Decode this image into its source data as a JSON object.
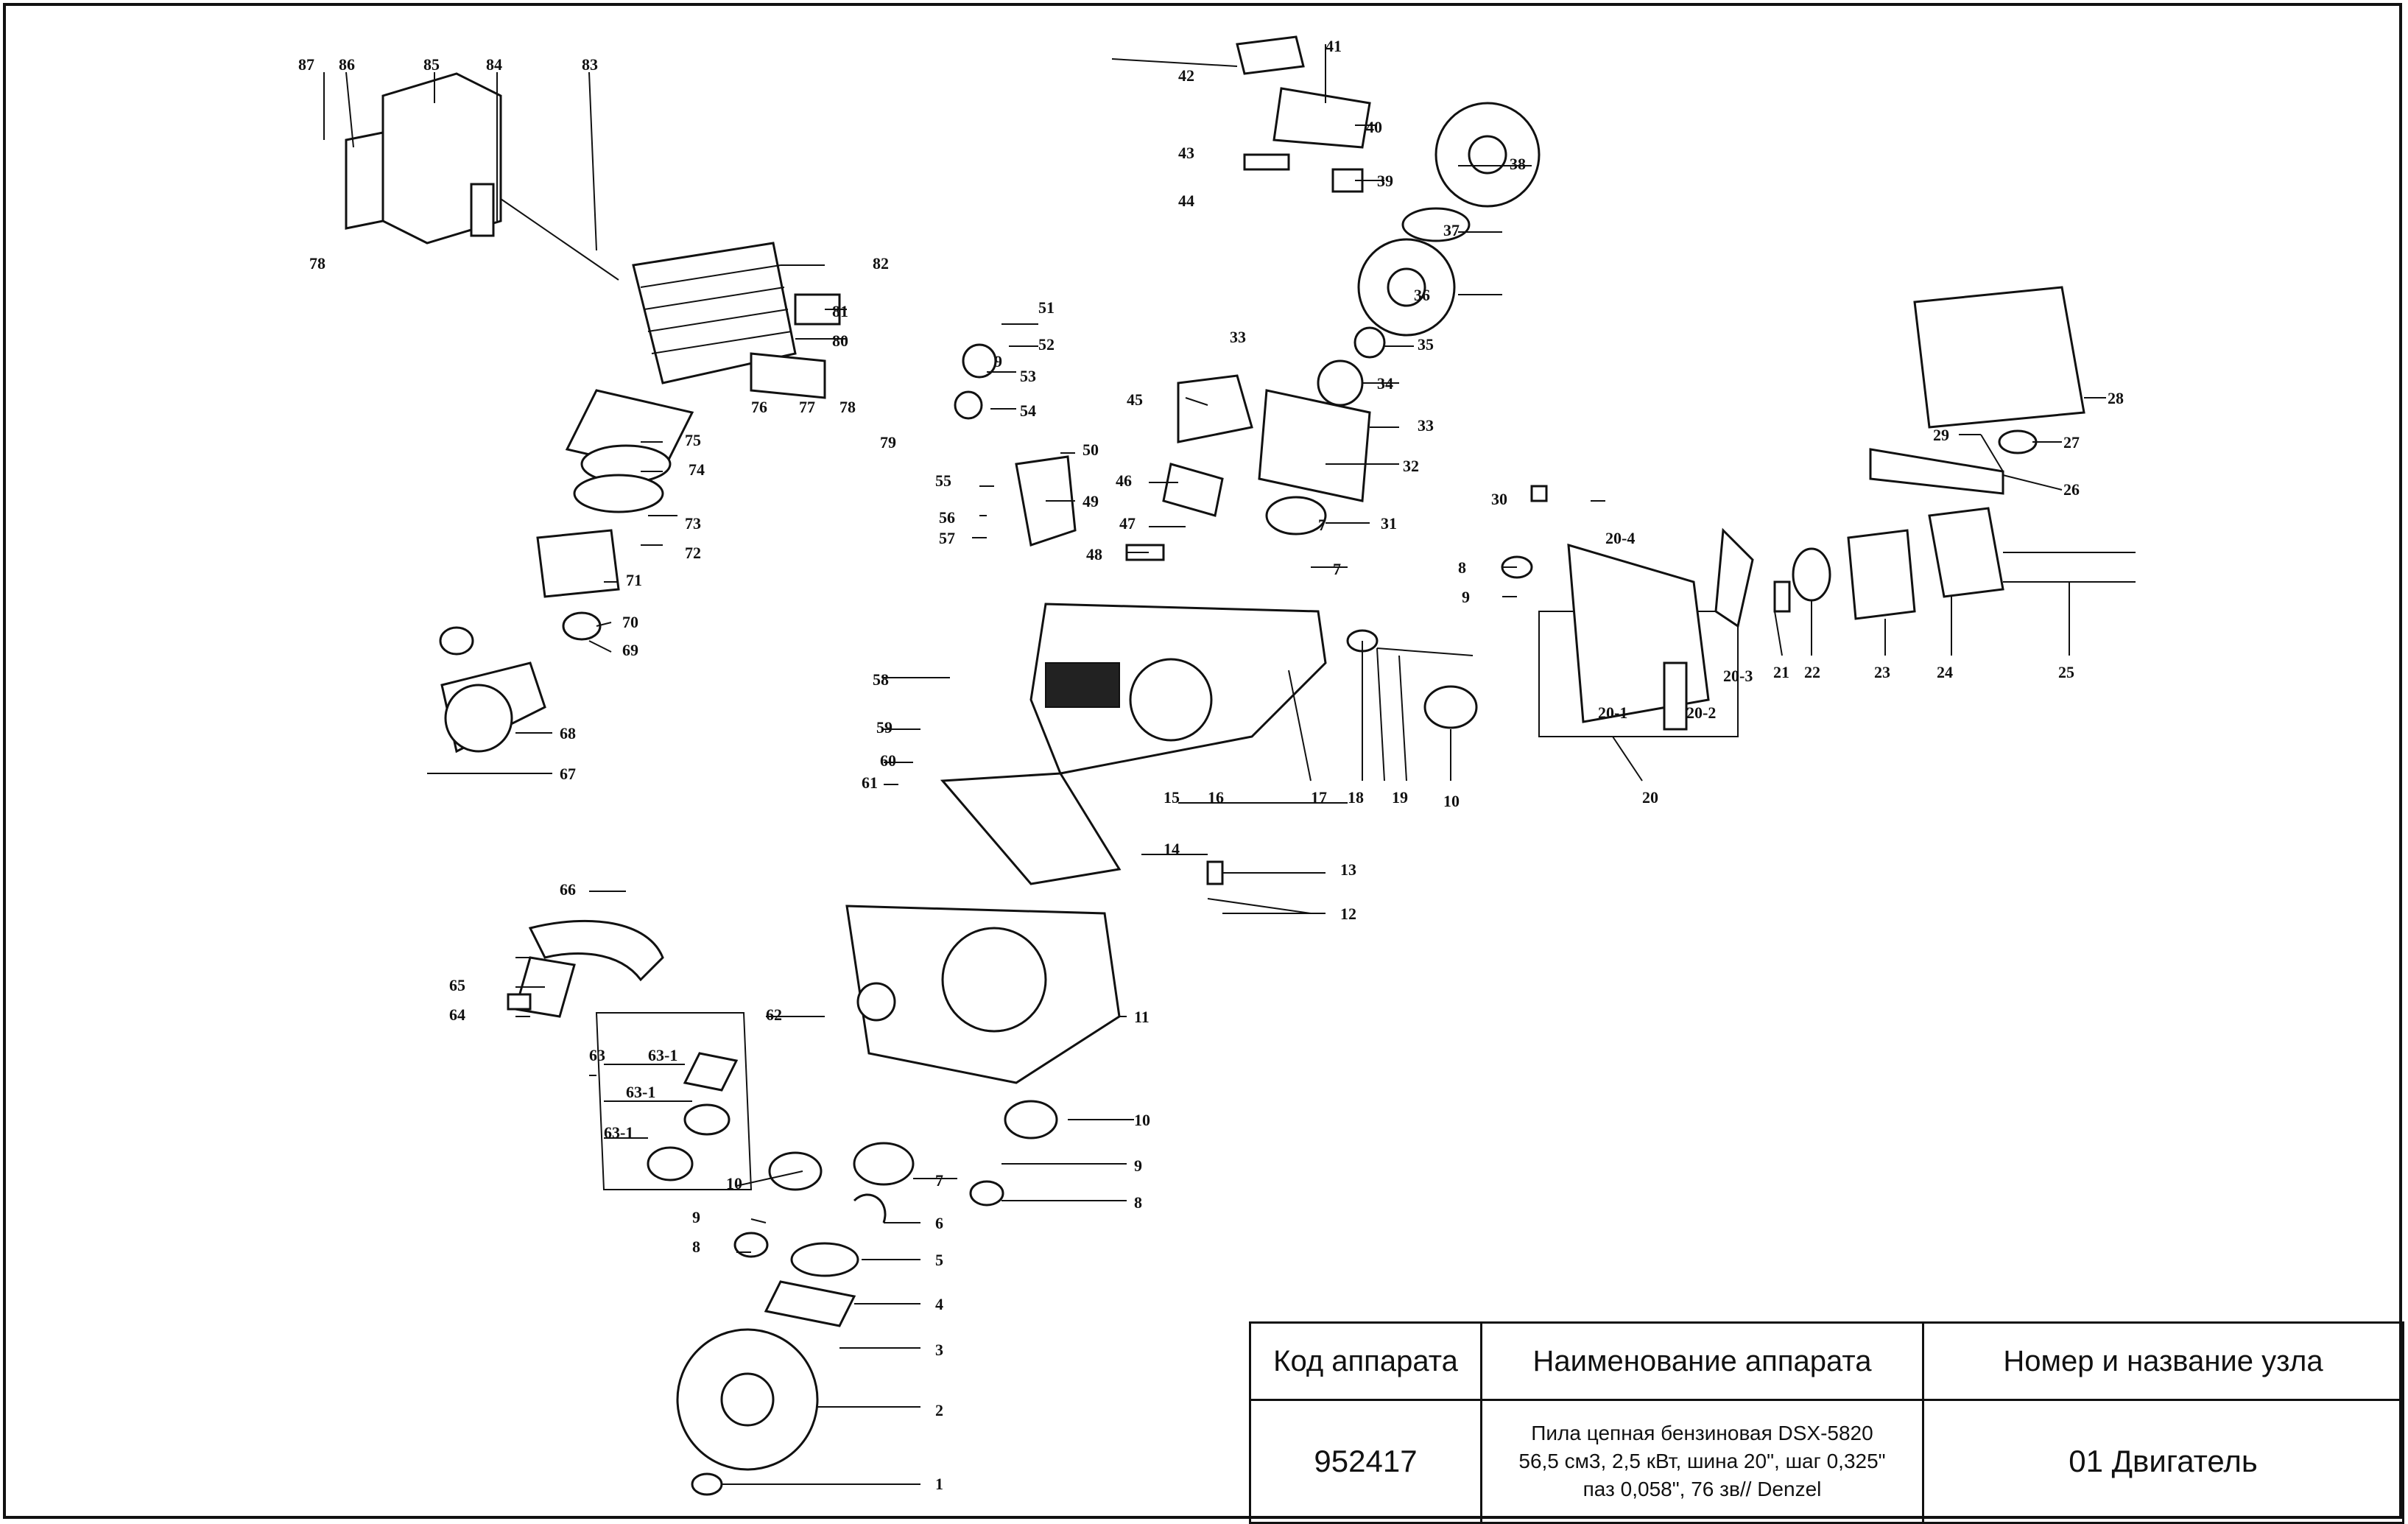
{
  "callouts": [
    "1",
    "2",
    "3",
    "4",
    "5",
    "6",
    "7",
    "7",
    "7",
    "8",
    "8",
    "8",
    "9",
    "9",
    "9",
    "9",
    "10",
    "10",
    "10",
    "11",
    "12",
    "13",
    "14",
    "15",
    "16",
    "17",
    "18",
    "19",
    "20",
    "20-1",
    "20-2",
    "20-3",
    "20-4",
    "21",
    "22",
    "23",
    "24",
    "25",
    "26",
    "27",
    "28",
    "29",
    "30",
    "31",
    "32",
    "33",
    "33",
    "34",
    "35",
    "36",
    "37",
    "38",
    "39",
    "40",
    "41",
    "42",
    "43",
    "44",
    "45",
    "46",
    "47",
    "48",
    "49",
    "50",
    "51",
    "52",
    "53",
    "54",
    "55",
    "56",
    "57",
    "58",
    "59",
    "60",
    "61",
    "62",
    "63",
    "63-1",
    "63-1",
    "63-1",
    "64",
    "65",
    "66",
    "67",
    "68",
    "69",
    "70",
    "71",
    "72",
    "73",
    "74",
    "75",
    "76",
    "77",
    "78",
    "78",
    "79",
    "80",
    "81",
    "82",
    "83",
    "84",
    "85",
    "86",
    "87"
  ],
  "title_block": {
    "headers": {
      "code": "Код аппарата",
      "name": "Наименование аппарата",
      "node": "Номер и название узла"
    },
    "code": "952417",
    "name_lines": [
      "Пила цепная бензиновая DSX-5820",
      "56,5 см3, 2,5 кВт, шина 20\", шаг 0,325\"",
      "паз 0,058\", 76 зв// Denzel"
    ],
    "node": "01 Двигатель"
  }
}
